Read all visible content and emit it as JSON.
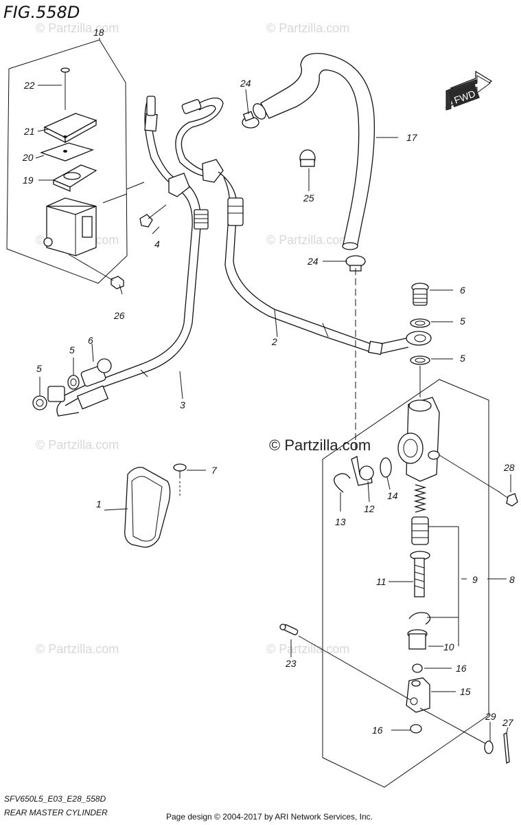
{
  "figure": {
    "title": "FIG.558D"
  },
  "fwd_label": "FWD",
  "watermark": "© Partzilla.com",
  "copyright": "© Partzilla.com",
  "footer": {
    "model_code": "SFV650L5_E03_E28_558D",
    "diagram_name": "REAR MASTER CYLINDER",
    "page_design": "Page design © 2004-2017 by ARI Network Services, Inc."
  },
  "callouts": [
    "1",
    "2",
    "3",
    "4",
    "5",
    "5",
    "5",
    "5",
    "6",
    "6",
    "7",
    "8",
    "9",
    "10",
    "11",
    "12",
    "13",
    "14",
    "15",
    "16",
    "16",
    "17",
    "18",
    "19",
    "20",
    "21",
    "22",
    "23",
    "24",
    "24",
    "25",
    "26",
    "27",
    "28",
    "29"
  ]
}
